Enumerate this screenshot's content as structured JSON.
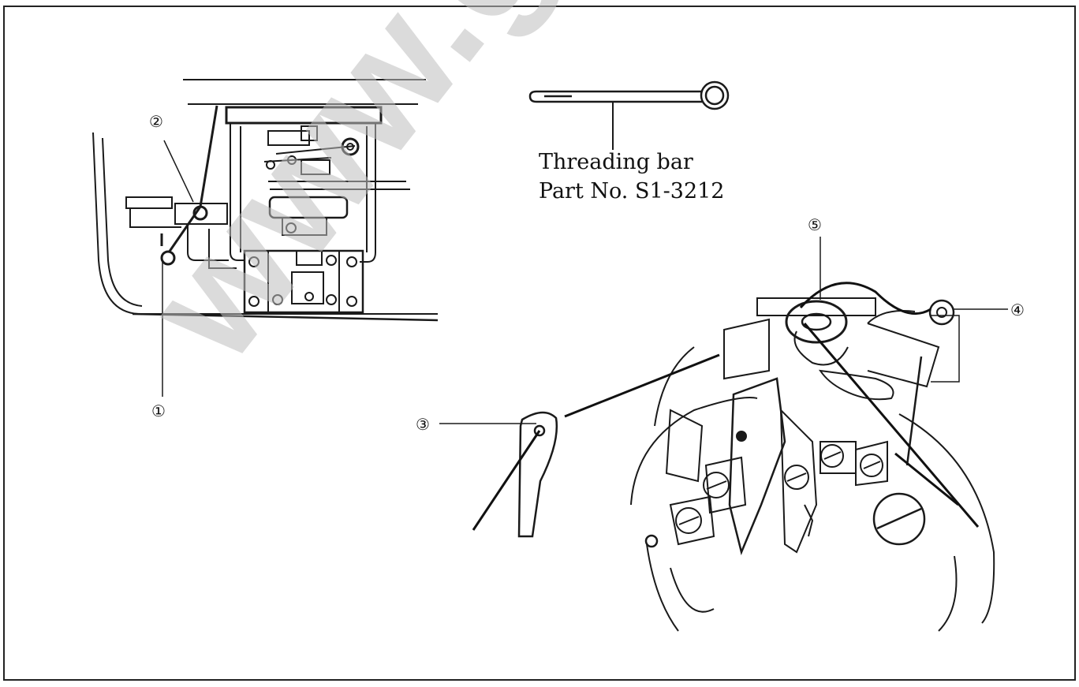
{
  "watermark": "www.ga",
  "threading_bar": {
    "caption_line1": "Threading bar",
    "caption_line2": "Part No. S1-3212"
  },
  "callouts": [
    "①",
    "②",
    "③",
    "④",
    "⑤"
  ]
}
